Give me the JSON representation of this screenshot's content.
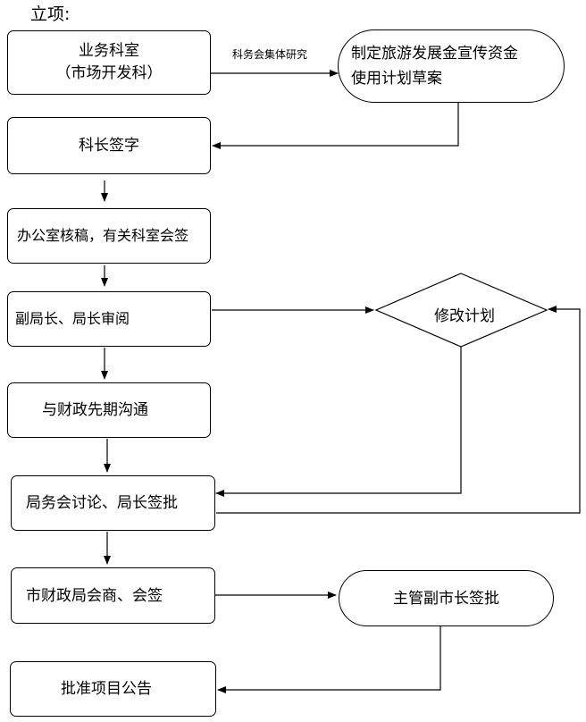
{
  "title": "立项:",
  "nodes": {
    "dept_line1": "业务科室",
    "dept_line2": "（市场开发科）",
    "draft_line1": "制定旅游发展金宣传资金",
    "draft_line2": "使用计划草案",
    "section_chief": "科长签字",
    "office_review": "办公室核稿，有关科室会签",
    "director_review": "副局长、局长审阅",
    "revise_plan": "修改计划",
    "finance_prior": "与财政先期沟通",
    "bureau_meeting": "局务会讨论、局长签批",
    "city_finance": "市财政局会商、会签",
    "vice_mayor": "主管副市长签批",
    "announce": "批准项目公告"
  },
  "edge_labels": {
    "collective_study": "科务会集体研究"
  }
}
